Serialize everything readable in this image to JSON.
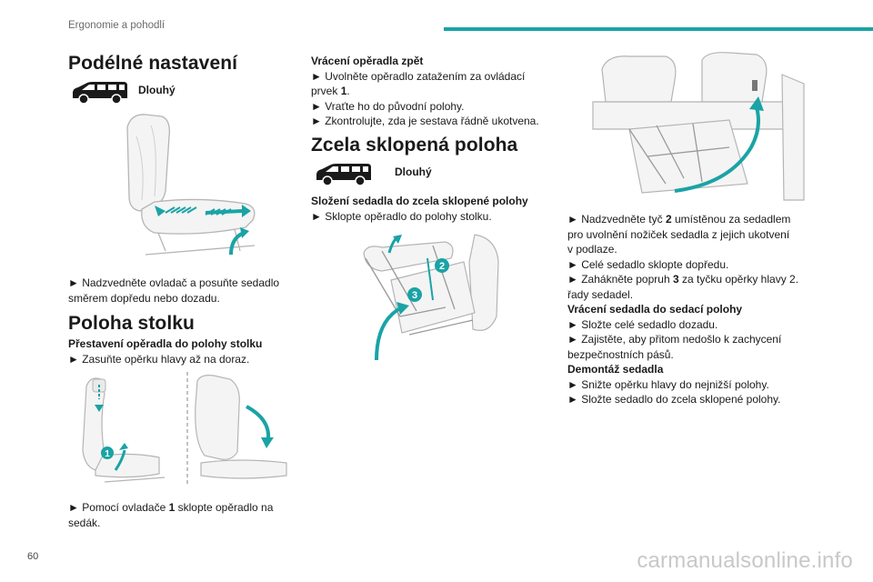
{
  "header": {
    "section": "Ergonomie a pohodlí"
  },
  "page_number": "60",
  "footer": {
    "watermark": "carmanualsonline.info"
  },
  "colors": {
    "accent": "#1aa3a6",
    "arrow": "#1aa3a6",
    "text": "#1a1a1a"
  },
  "col1": {
    "heading1": "Podélné nastavení",
    "van1_label": "Dlouhý",
    "para1_line1": "► Nadzvedněte ovladač a posuňte sedadlo",
    "para1_line2": "směrem dopředu nebo dozadu.",
    "heading2": "Poloha stolku",
    "sub1": "Přestavení opěradla do polohy stolku",
    "para2": "► Zasuňte opěrku hlavy až na doraz.",
    "para3_prefix": "► Pomocí ovladače ",
    "para3_bold": "1",
    "para3_suffix": " sklopte opěradlo na",
    "para3_line2": "sedák.",
    "callout1": "1"
  },
  "col2": {
    "sub1": "Vrácení opěradla zpět",
    "l1": "► Uvolněte opěradlo zatažením za ovládací",
    "l2_prefix": "prvek ",
    "l2_bold": "1",
    "l2_suffix": ".",
    "l3": "► Vraťte ho do původní polohy.",
    "l4": "► Zkontrolujte, zda je sestava řádně ukotvena.",
    "heading": "Zcela sklopená poloha",
    "van_label": "Dlouhý",
    "sub2": "Složení sedadla do zcela sklopené polohy",
    "l5": "► Sklopte opěradlo do polohy stolku.",
    "callout2": "2",
    "callout3": "3"
  },
  "col3": {
    "l1_prefix": "► Nadzvedněte tyč ",
    "l1_bold": "2",
    "l1_suffix": " umístěnou za sedadlem",
    "l2": "pro uvolnění nožiček sedadla z jejich ukotvení",
    "l3": "v podlaze.",
    "l4": "► Celé sedadlo sklopte dopředu.",
    "l5_prefix": "► Zahákněte popruh ",
    "l5_bold": "3",
    "l5_suffix": " za tyčku opěrky hlavy 2.",
    "l6": "řady sedadel.",
    "sub1": "Vrácení sedadla do sedací polohy",
    "l7": "► Složte celé sedadlo dozadu.",
    "l8": "► Zajistěte, aby přitom nedošlo k zachycení",
    "l9": "bezpečnostních pásů.",
    "sub2": "Demontáž sedadla",
    "l10": "► Snižte opěrku hlavy do nejnižší polohy.",
    "l11": "► Složte sedadlo do zcela sklopené polohy."
  }
}
